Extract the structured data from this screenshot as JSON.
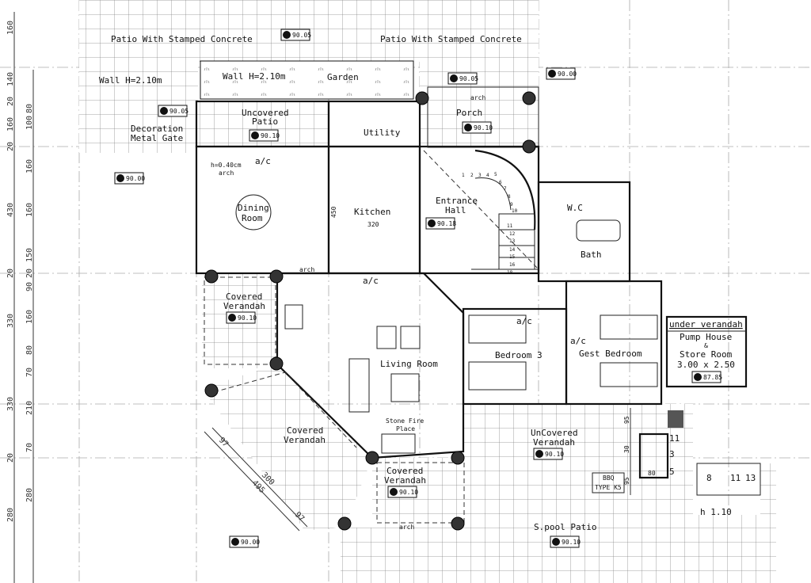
{
  "rooms": {
    "patio_left": "Patio With Stamped Concrete",
    "patio_right": "Patio With Stamped Concrete",
    "wall_note_left": "Wall H=2.10m",
    "wall_note_garden": "Wall H=2.10m",
    "garden": "Garden",
    "uncovered_patio_1": "Uncovered",
    "uncovered_patio_2": "Patio",
    "gate_1": "Decoration",
    "gate_2": "Metal Gate",
    "utility": "Utility",
    "porch": "Porch",
    "arch_note_1": "h=0.40cm",
    "arch_note_2": "arch",
    "dining_1": "Dining",
    "dining_2": "Room",
    "kitchen": "Kitchen",
    "kitchen_dim": "320",
    "kitchen_dim2": "450",
    "entrance_1": "Entrance",
    "entrance_2": "Hall",
    "wc": "W.C",
    "bath": "Bath",
    "covered_verandah_1a": "Covered",
    "covered_verandah_1b": "Verandah",
    "living_room": "Living Room",
    "bedroom3": "Bedroom 3",
    "gest_bedroom": "Gest Bedroom",
    "covered_verandah_2a": "Covered",
    "covered_verandah_2b": "Verandah",
    "fireplace_1": "Stone Fire",
    "fireplace_2": "Place",
    "covered_verandah_3a": "Covered",
    "covered_verandah_3b": "Verandah",
    "uncovered_verandah_1": "UnCovered",
    "uncovered_verandah_2": "Verandah",
    "spool_patio": "S.pool Patio",
    "pump_header": "under verandah",
    "pump_1": "Pump House",
    "pump_2": "&",
    "pump_3": "Store Room",
    "pump_4": "3.00 x 2.50",
    "bbq_1": "BBQ",
    "bbq_2": "TYPE K5",
    "h_note": "h 1.10",
    "ac": "a/c",
    "arch": "arch"
  },
  "levels": [
    "90.05",
    "90.05",
    "90.00",
    "90.05",
    "90.10",
    "90.10",
    "90.00",
    "90.18",
    "90.10",
    "87.85",
    "90.10",
    "90.10",
    "90.10",
    "90.00"
  ],
  "stairs_main": [
    "1",
    "2",
    "3",
    "4",
    "5",
    "6",
    "7",
    "8",
    "9",
    "10",
    "11",
    "12",
    "13",
    "14",
    "15",
    "16",
    "18"
  ],
  "stairs_bbq": [
    "11",
    "3",
    "5",
    "8",
    "11",
    "13"
  ],
  "dims_outer": [
    "160",
    "140",
    "20",
    "160",
    "20",
    "430",
    "20",
    "330",
    "330",
    "20",
    "280"
  ],
  "dims_inner": [
    "80",
    "100",
    "160",
    "160",
    "150",
    "20",
    "90",
    "160",
    "80",
    "70",
    "210",
    "70",
    "280"
  ],
  "dims_diagonal": [
    "97",
    "300",
    "495",
    "97"
  ],
  "dims_bbq": [
    "95",
    "30",
    "95",
    "80"
  ]
}
